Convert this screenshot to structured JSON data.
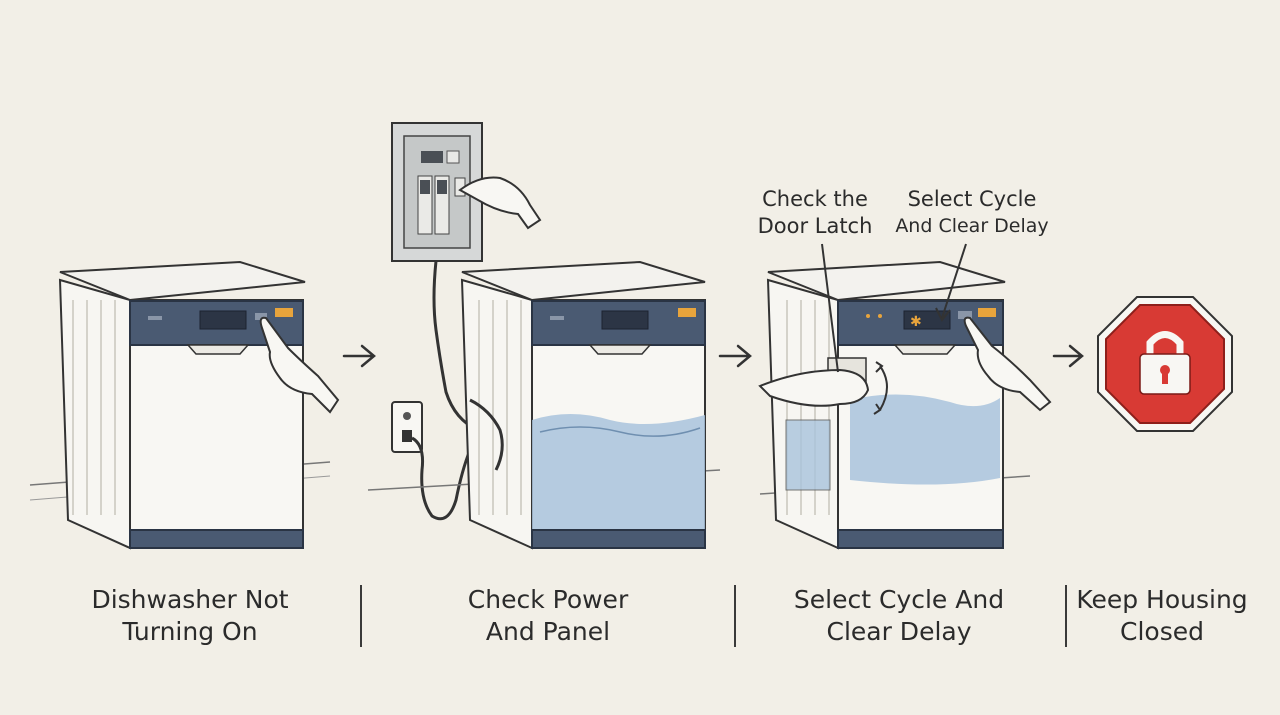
{
  "steps": [
    {
      "caption": "Dishwasher Not\nTurning On"
    },
    {
      "caption": "Check Power\nAnd Panel"
    },
    {
      "caption": "Select Cycle And\nClear Delay"
    },
    {
      "caption": "Keep Housing\nClosed"
    }
  ],
  "callouts": {
    "door_latch": "Check the\nDoor Latch",
    "select_cycle_title": "Select Cycle",
    "select_cycle_sub": "And Clear Delay"
  },
  "colors": {
    "background": "#f2efe7",
    "panel": "#4a5a72",
    "indicator": "#e8a43c",
    "water": "#a9c3dc",
    "stop_sign": "#d83a34"
  },
  "icons": [
    "arrow-right-icon",
    "padlock-icon",
    "stop-sign-icon"
  ]
}
